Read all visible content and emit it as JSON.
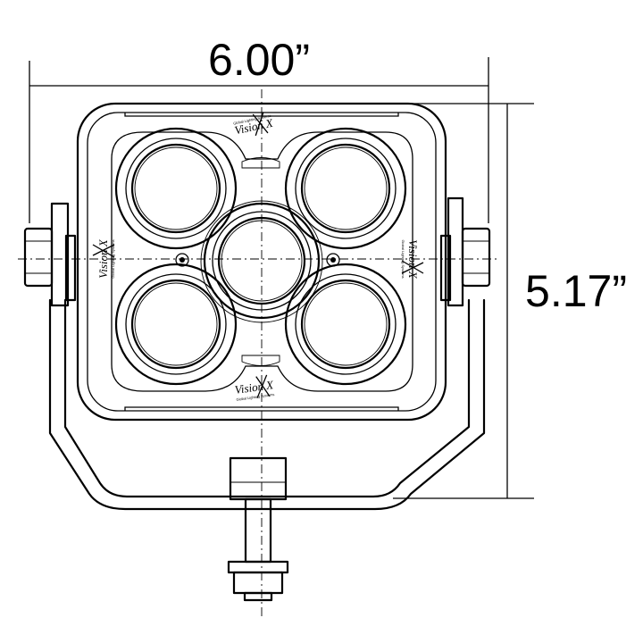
{
  "dimensions": {
    "width_label": "6.00”",
    "height_label": "5.17”"
  },
  "logo": {
    "brand": "Vision X",
    "tagline": "Global Lighting Systems"
  }
}
